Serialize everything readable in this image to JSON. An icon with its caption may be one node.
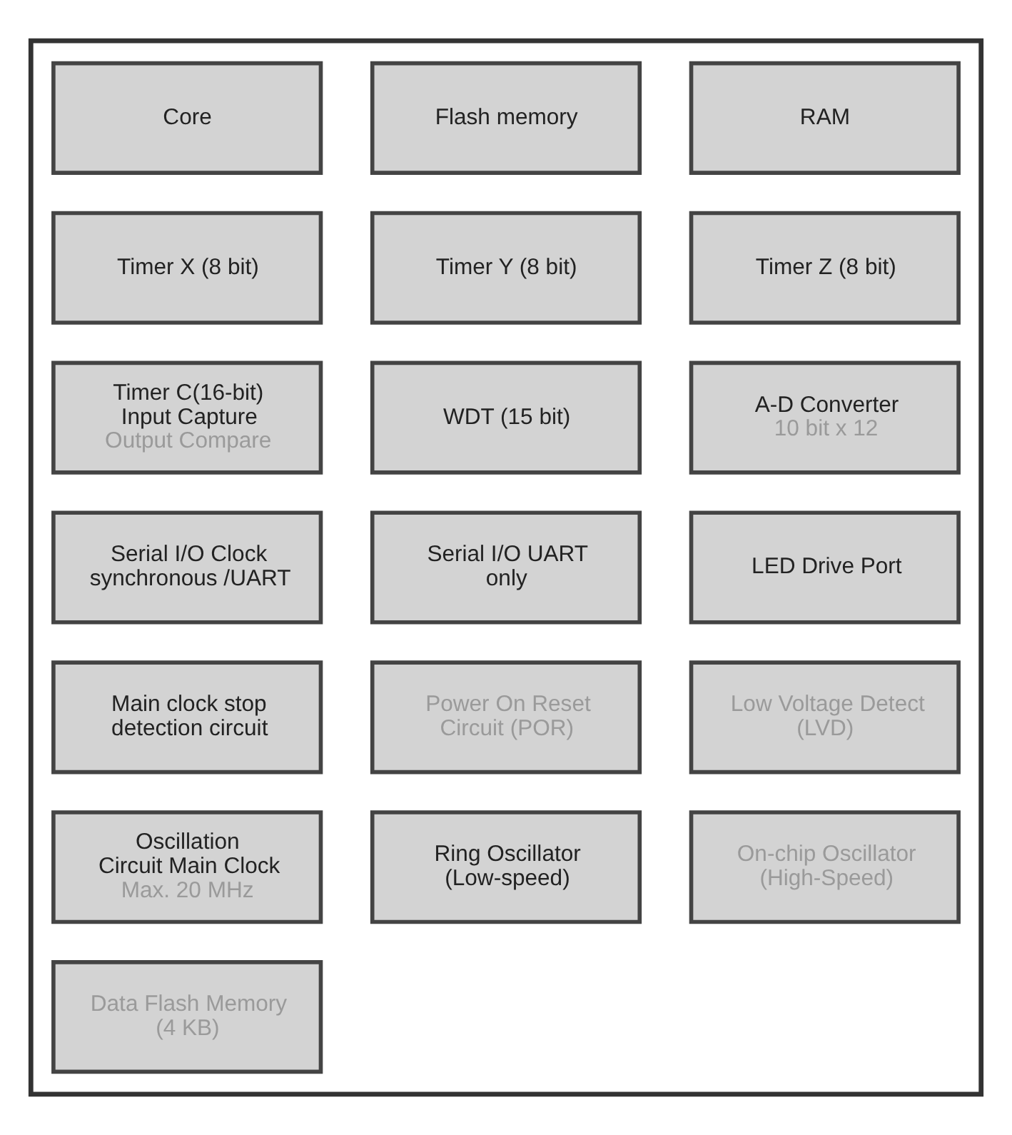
{
  "diagram": {
    "nodes": [
      {
        "text": [],
        "shape": "box"
      },
      {
        "text": [
          "Core"
        ],
        "in": 0
      },
      {
        "text": [
          "Flash memory"
        ],
        "in": 0
      },
      {
        "text": [
          "RAM"
        ],
        "in": 0
      },
      {
        "text": [
          "Timer X (8 bit)"
        ],
        "in": 0
      },
      {
        "text": [
          "Timer Y (8 bit)"
        ],
        "in": 0
      },
      {
        "text": [
          "Timer Z (8 bit)"
        ],
        "in": 0
      },
      {
        "text": [
          "Timer C(16-bit) Input Capture",
          "Output Compare"
        ],
        "in": 0
      },
      {
        "text": [
          "WDT (15 bit)"
        ],
        "in": 0
      },
      {
        "text": [
          "A-D Converter",
          "10 bit x 12"
        ],
        "in": 0
      },
      {
        "text": [
          "Serial I/O Clock synchronous /UART"
        ],
        "in": 0
      },
      {
        "text": [
          "Serial I/O UART only"
        ],
        "in": 0
      },
      {
        "text": [
          "LED Drive Port"
        ],
        "in": 0
      },
      {
        "text": [
          "Main clock stop detection circuit"
        ],
        "in": 0
      },
      {
        "text": [
          "Power On Reset Circuit (POR)"
        ],
        "in": 0
      },
      {
        "text": [
          "Low Voltage Detect (LVD)"
        ],
        "in": 0
      },
      {
        "text": [
          "Oscillation Circuit Main Clock",
          "Max. 20 MHz"
        ],
        "in": 0
      },
      {
        "text": [
          "Ring Oscillator (Low-speed)"
        ],
        "in": 0
      },
      {
        "text": [
          "On-chip Oscillator (High-Speed)"
        ],
        "in": 0
      },
      {
        "text": [
          "Data Flash Memory (4 KB)"
        ],
        "in": 0
      }
    ],
    "edges": []
  }
}
